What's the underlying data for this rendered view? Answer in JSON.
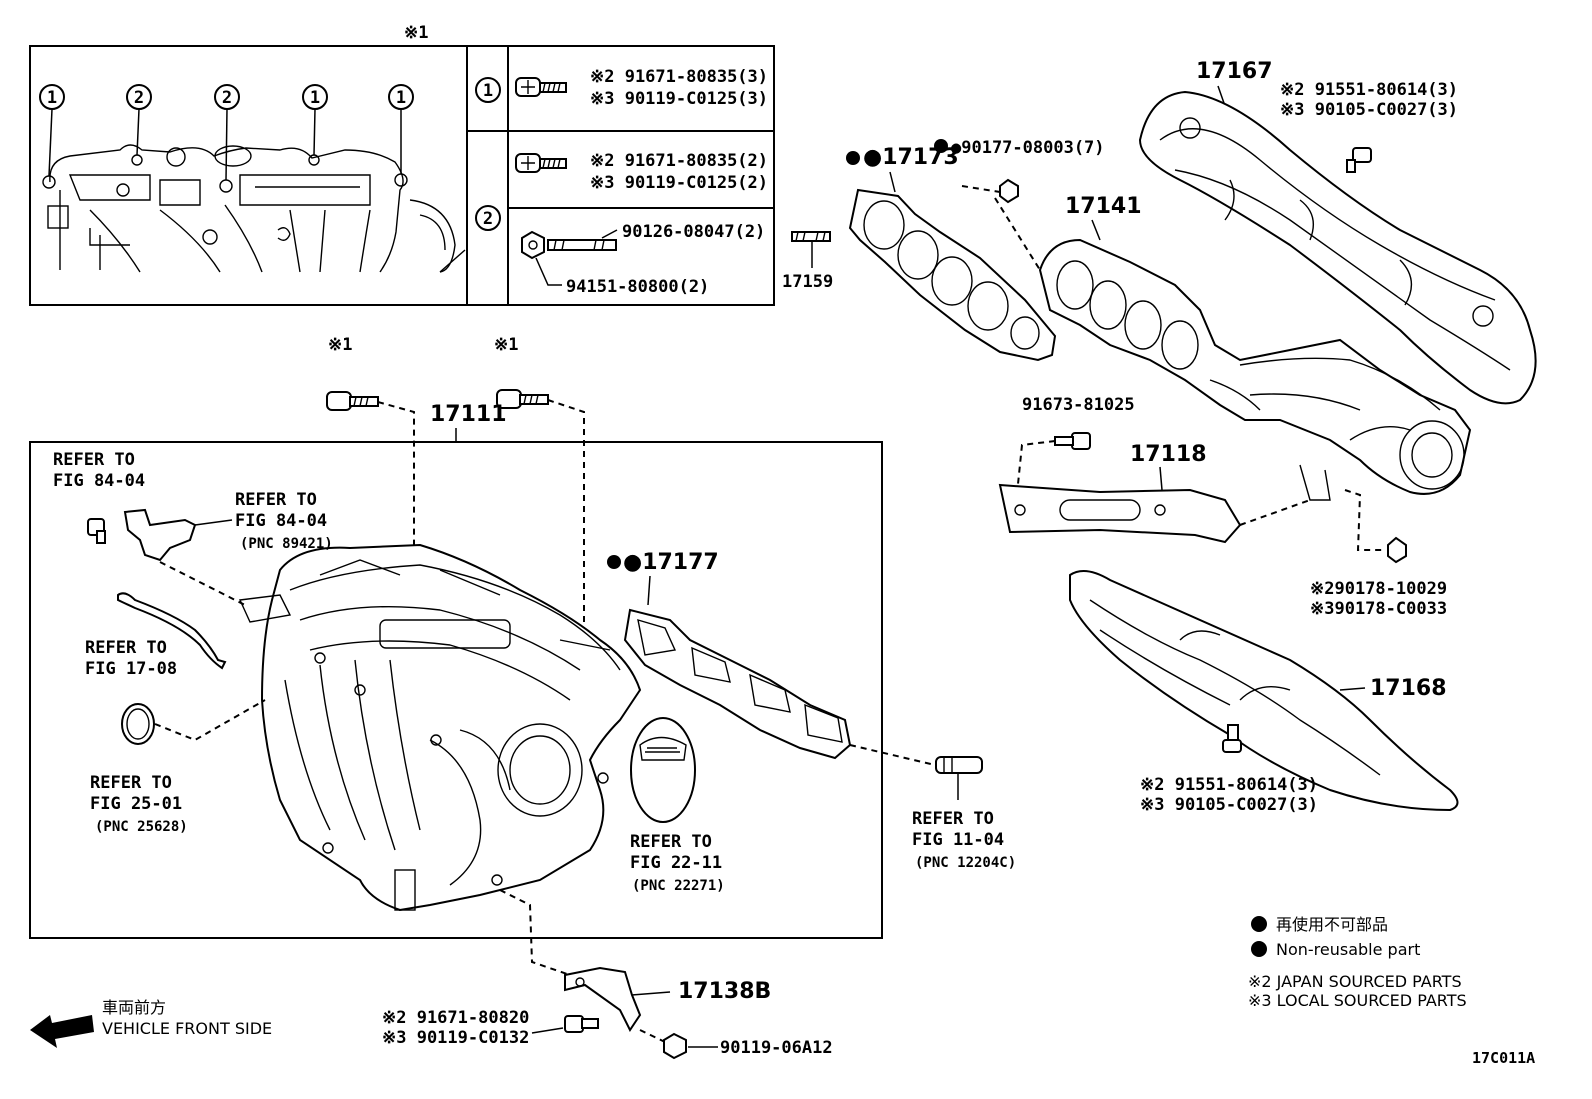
{
  "inset": {
    "title": "※1",
    "position_markers": [
      "1",
      "2",
      "2",
      "1",
      "1"
    ],
    "rows": [
      {
        "marker": "1",
        "lines": [
          "※2 91671-80835(3)",
          "※3 90119-C0125(3)"
        ]
      },
      {
        "marker": "2",
        "lines": [
          "※2 91671-80835(2)",
          "※3 90119-C0125(2)"
        ],
        "stud": "90126-08047(2)",
        "nut": "94151-80800(2)"
      }
    ]
  },
  "labels": {
    "p17173": "●17173",
    "p90177": "●90177-08003(7)",
    "p17159": "17159",
    "p17167": "17167",
    "p17167_a": "※2 91551-80614(3)",
    "p17167_b": "※3 90105-C0027(3)",
    "p17141": "17141",
    "p91673": "91673-81025",
    "p17118": "17118",
    "p90178_a": "※290178-10029",
    "p90178_b": "※390178-C0033",
    "p17168": "17168",
    "p17168_a": "※2 91551-80614(3)",
    "p17168_b": "※3 90105-C0027(3)",
    "bolt1": "※1",
    "bolt2": "※1",
    "p17111": "17111",
    "p17177": "●17177",
    "p17138b": "17138B",
    "p91671_a": "※2 91671-80820",
    "p91671_b": "※3 90119-C0132",
    "p90119": "90119-06A12"
  },
  "refs": [
    {
      "id": "ref-84-04-a",
      "l1": "REFER TO",
      "l2": "FIG 84-04",
      "pnc": ""
    },
    {
      "id": "ref-84-04-b",
      "l1": "REFER TO",
      "l2": "FIG 84-04",
      "pnc": "(PNC 89421)"
    },
    {
      "id": "ref-17-08",
      "l1": "REFER TO",
      "l2": "FIG 17-08",
      "pnc": ""
    },
    {
      "id": "ref-25-01",
      "l1": "REFER TO",
      "l2": "FIG 25-01",
      "pnc": "(PNC 25628)"
    },
    {
      "id": "ref-22-11",
      "l1": "REFER TO",
      "l2": "FIG 22-11",
      "pnc": "(PNC 22271)"
    },
    {
      "id": "ref-11-04",
      "l1": "REFER TO",
      "l2": "FIG 11-04",
      "pnc": "(PNC 12204C)"
    }
  ],
  "legend": {
    "nonreusable_jp": "再使用不可部品",
    "nonreusable_en": "Non-reusable part",
    "japan": "※2  JAPAN SOURCED PARTS",
    "local": "※3  LOCAL SOURCED PARTS"
  },
  "front": {
    "jp": "車両前方",
    "en": "VEHICLE FRONT SIDE"
  },
  "figure_id": "17C011A",
  "colors": {
    "ink": "#000000",
    "paper": "#ffffff"
  }
}
